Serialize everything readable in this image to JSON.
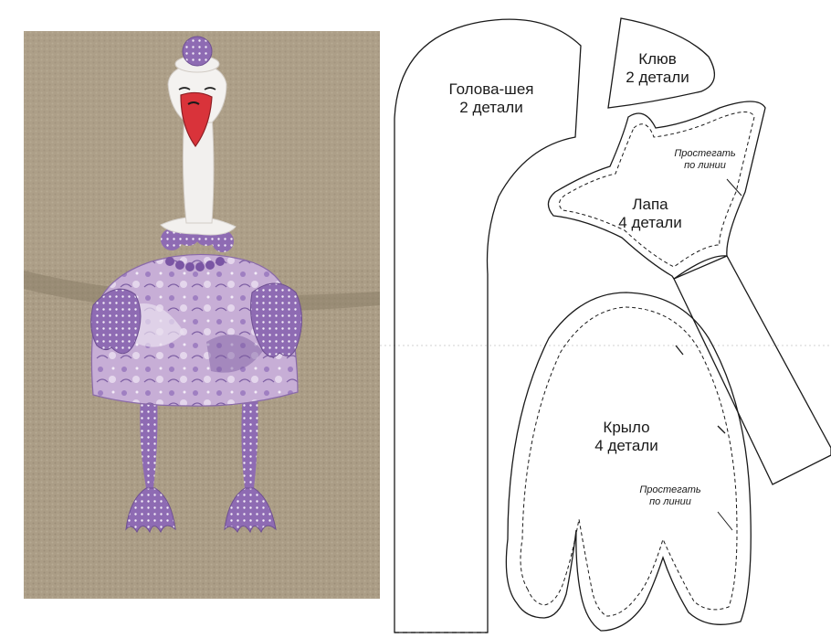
{
  "pattern": {
    "head_neck": {
      "name": "Голова-шея",
      "count": "2 детали"
    },
    "beak": {
      "name": "Клюв",
      "count": "2 детали"
    },
    "foot": {
      "name": "Лапа",
      "count": "4 детали",
      "stitch_note_1": "Простегать",
      "stitch_note_2": "по линии"
    },
    "wing": {
      "name": "Крыло",
      "count": "4 детали",
      "stitch_note_1": "Простегать",
      "stitch_note_2": "по линии"
    }
  },
  "colors": {
    "sofa": "#a89a82",
    "doll_purple": "#8e6bb3",
    "doll_lilac": "#c7aed6",
    "neck_white": "#f2f0ee",
    "beak_red": "#d9333a"
  }
}
